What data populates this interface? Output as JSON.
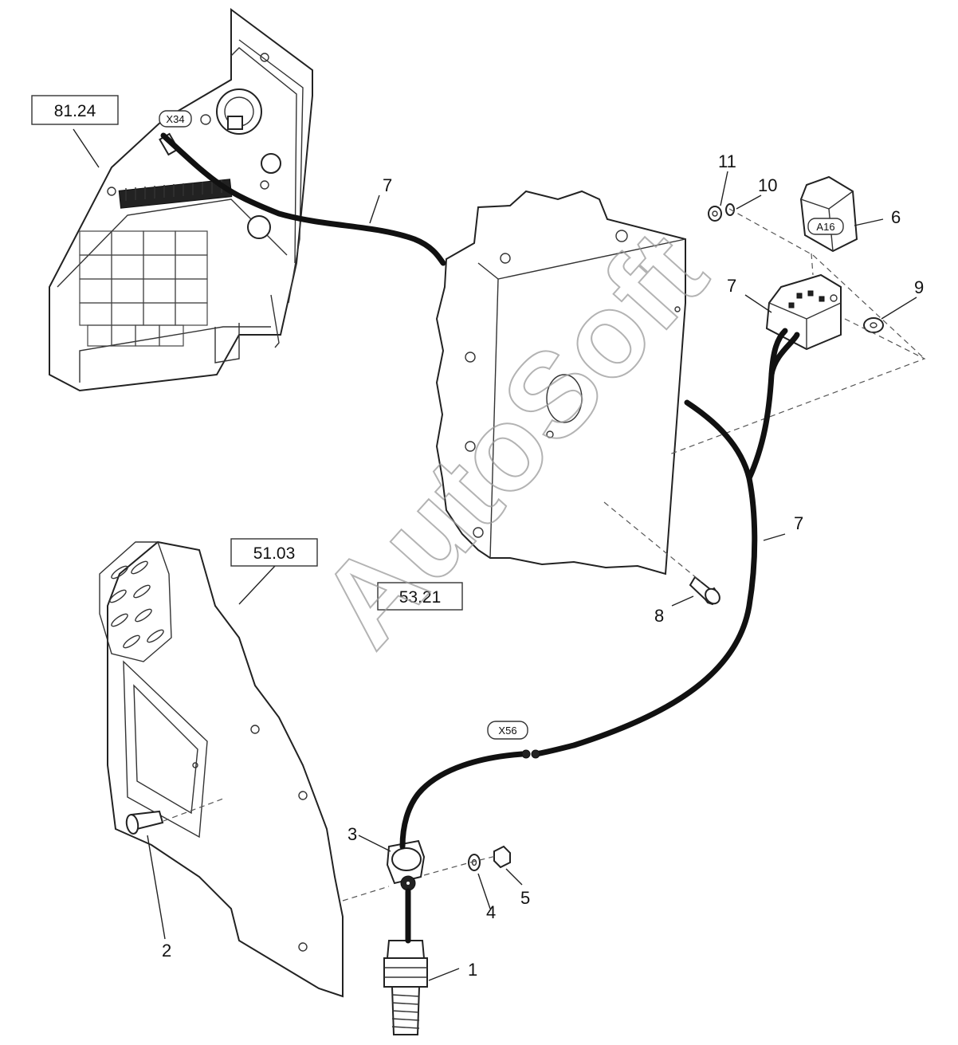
{
  "references": [
    {
      "id": "ref-81-24",
      "text": "81.24"
    },
    {
      "id": "ref-51-03",
      "text": "51.03"
    },
    {
      "id": "ref-53-21",
      "text": "53.21"
    }
  ],
  "connectors": [
    {
      "id": "x34",
      "text": "X34"
    },
    {
      "id": "x56",
      "text": "X56"
    },
    {
      "id": "a16",
      "text": "A16"
    }
  ],
  "callouts": [
    {
      "id": "c1",
      "text": "1"
    },
    {
      "id": "c2",
      "text": "2"
    },
    {
      "id": "c3",
      "text": "3"
    },
    {
      "id": "c4",
      "text": "4"
    },
    {
      "id": "c5",
      "text": "5"
    },
    {
      "id": "c6",
      "text": "6"
    },
    {
      "id": "c7a",
      "text": "7"
    },
    {
      "id": "c7b",
      "text": "7"
    },
    {
      "id": "c7c",
      "text": "7"
    },
    {
      "id": "c8",
      "text": "8"
    },
    {
      "id": "c9",
      "text": "9"
    },
    {
      "id": "c10",
      "text": "10"
    },
    {
      "id": "c11",
      "text": "11"
    }
  ],
  "watermark": "AutoSoft"
}
